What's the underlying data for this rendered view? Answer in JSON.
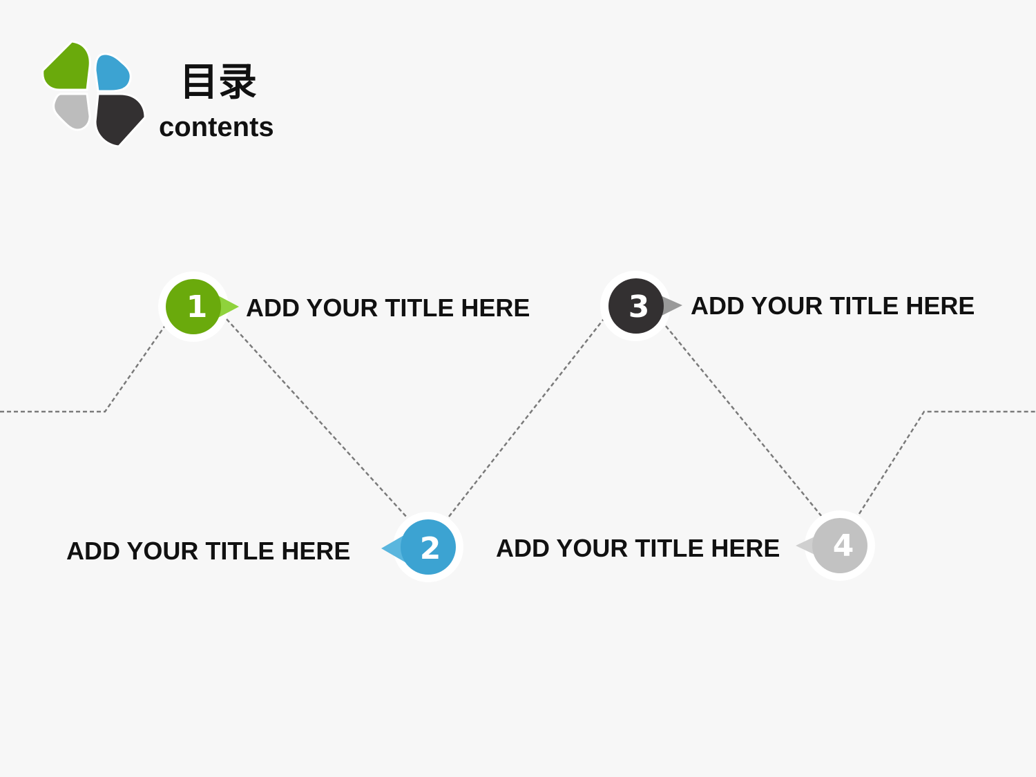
{
  "header": {
    "title_cn": "目录",
    "title_en": "contents"
  },
  "logo": {
    "icon": "four-petal-logo-icon",
    "colors": [
      "#6aaa0c",
      "#3ca3d2",
      "#bcbcbc",
      "#333031"
    ]
  },
  "items": [
    {
      "number": "1",
      "title": "ADD YOUR TITLE HERE",
      "color": "#6aaa0c",
      "pointer_color": "#8fd23c"
    },
    {
      "number": "2",
      "title": "ADD YOUR TITLE HERE",
      "color": "#3ca3d2",
      "pointer_color": "#5ab6de"
    },
    {
      "number": "3",
      "title": "ADD YOUR TITLE HERE",
      "color": "#333031",
      "pointer_color": "#999999"
    },
    {
      "number": "4",
      "title": "ADD YOUR TITLE HERE",
      "color": "#c2c2c2",
      "pointer_color": "#cfcfcf"
    }
  ],
  "line_color": "#7a7a7a",
  "background": "#f7f7f7"
}
